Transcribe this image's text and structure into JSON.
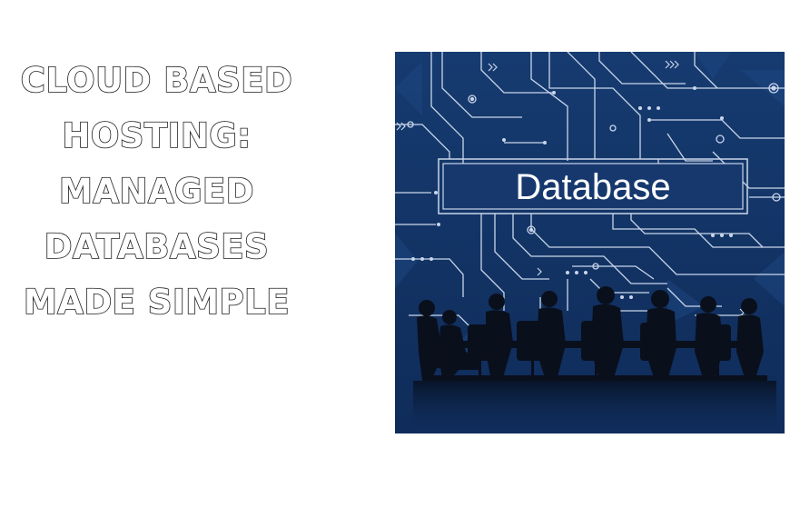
{
  "headline": {
    "lines": [
      "CLOUD BASED",
      "HOSTING:",
      "MANAGED",
      "DATABASES",
      "MADE SIMPLE"
    ]
  },
  "illustration": {
    "label": "Database",
    "colors": {
      "background": "#123466",
      "circuit": "#c9d6ea",
      "silhouette": "#0a0f1c",
      "text": "#ffffff"
    }
  }
}
